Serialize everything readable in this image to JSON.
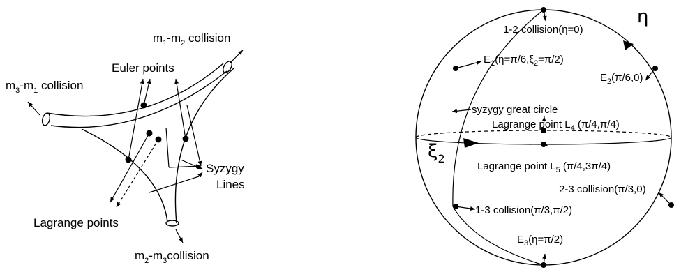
{
  "left_diagram": {
    "collisions": {
      "m1m2": {
        "a": "m",
        "a_sub": "1",
        "b": "-m",
        "b_sub": "2",
        "tail": " collision"
      },
      "m3m1": {
        "a": "m",
        "a_sub": "3",
        "b": "-m",
        "b_sub": "1",
        "tail": " collision"
      },
      "m2m3": {
        "a": "m",
        "a_sub": "2",
        "b": "-m",
        "b_sub": "3",
        "tail": "collision"
      }
    },
    "euler_label": "Euler points",
    "lagrange_label": "Lagrange points",
    "syzygy_label_line1": "Syzygy",
    "syzygy_label_line2": "Lines"
  },
  "right_diagram": {
    "eta_symbol": "η",
    "xi_symbol": "ξ",
    "xi_sub": "2",
    "collision_12": "1-2 collision(η=0)",
    "e1": {
      "pre": "E",
      "sub": "1",
      "mid": "(η=π/6,ξ",
      "sub2": "2",
      "post": "=π/2)"
    },
    "e2": {
      "pre": "E",
      "sub": "2",
      "post": "(π/6,0)"
    },
    "syzygy_circle": "syzygy great circle",
    "l4": {
      "pre": "Lagrange point L",
      "sub": "4",
      "post": " (π/4,π/4)"
    },
    "l5": {
      "pre": "Lagrange point L",
      "sub": "5",
      "post": " (π/4,3π/4)"
    },
    "collision_23": "2-3 collision(π/3,0)",
    "collision_13": "1-3 collision(π/3,π/2)",
    "e3": {
      "pre": "E",
      "sub": "3",
      "post": "(η=π/2)"
    }
  }
}
